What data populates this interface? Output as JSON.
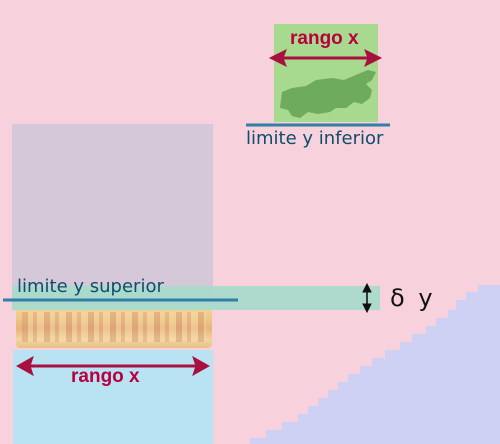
{
  "labels": {
    "range_x_top": "rango x",
    "lower_y_limit": "limite y inferior",
    "upper_y_limit": "limite y superior",
    "range_x_bottom": "rango x",
    "delta_symbol": "δ",
    "delta_var": "y"
  },
  "colors": {
    "background": "#f7d1db",
    "terrain": "#cfd1f4",
    "green_box": "#a6d88c",
    "grey_panel": "#d4c6d6",
    "blue_box": "#b8e2f2",
    "band": "#a9dacb",
    "line": "#2f7fa6",
    "arrow": "#a8103f"
  }
}
